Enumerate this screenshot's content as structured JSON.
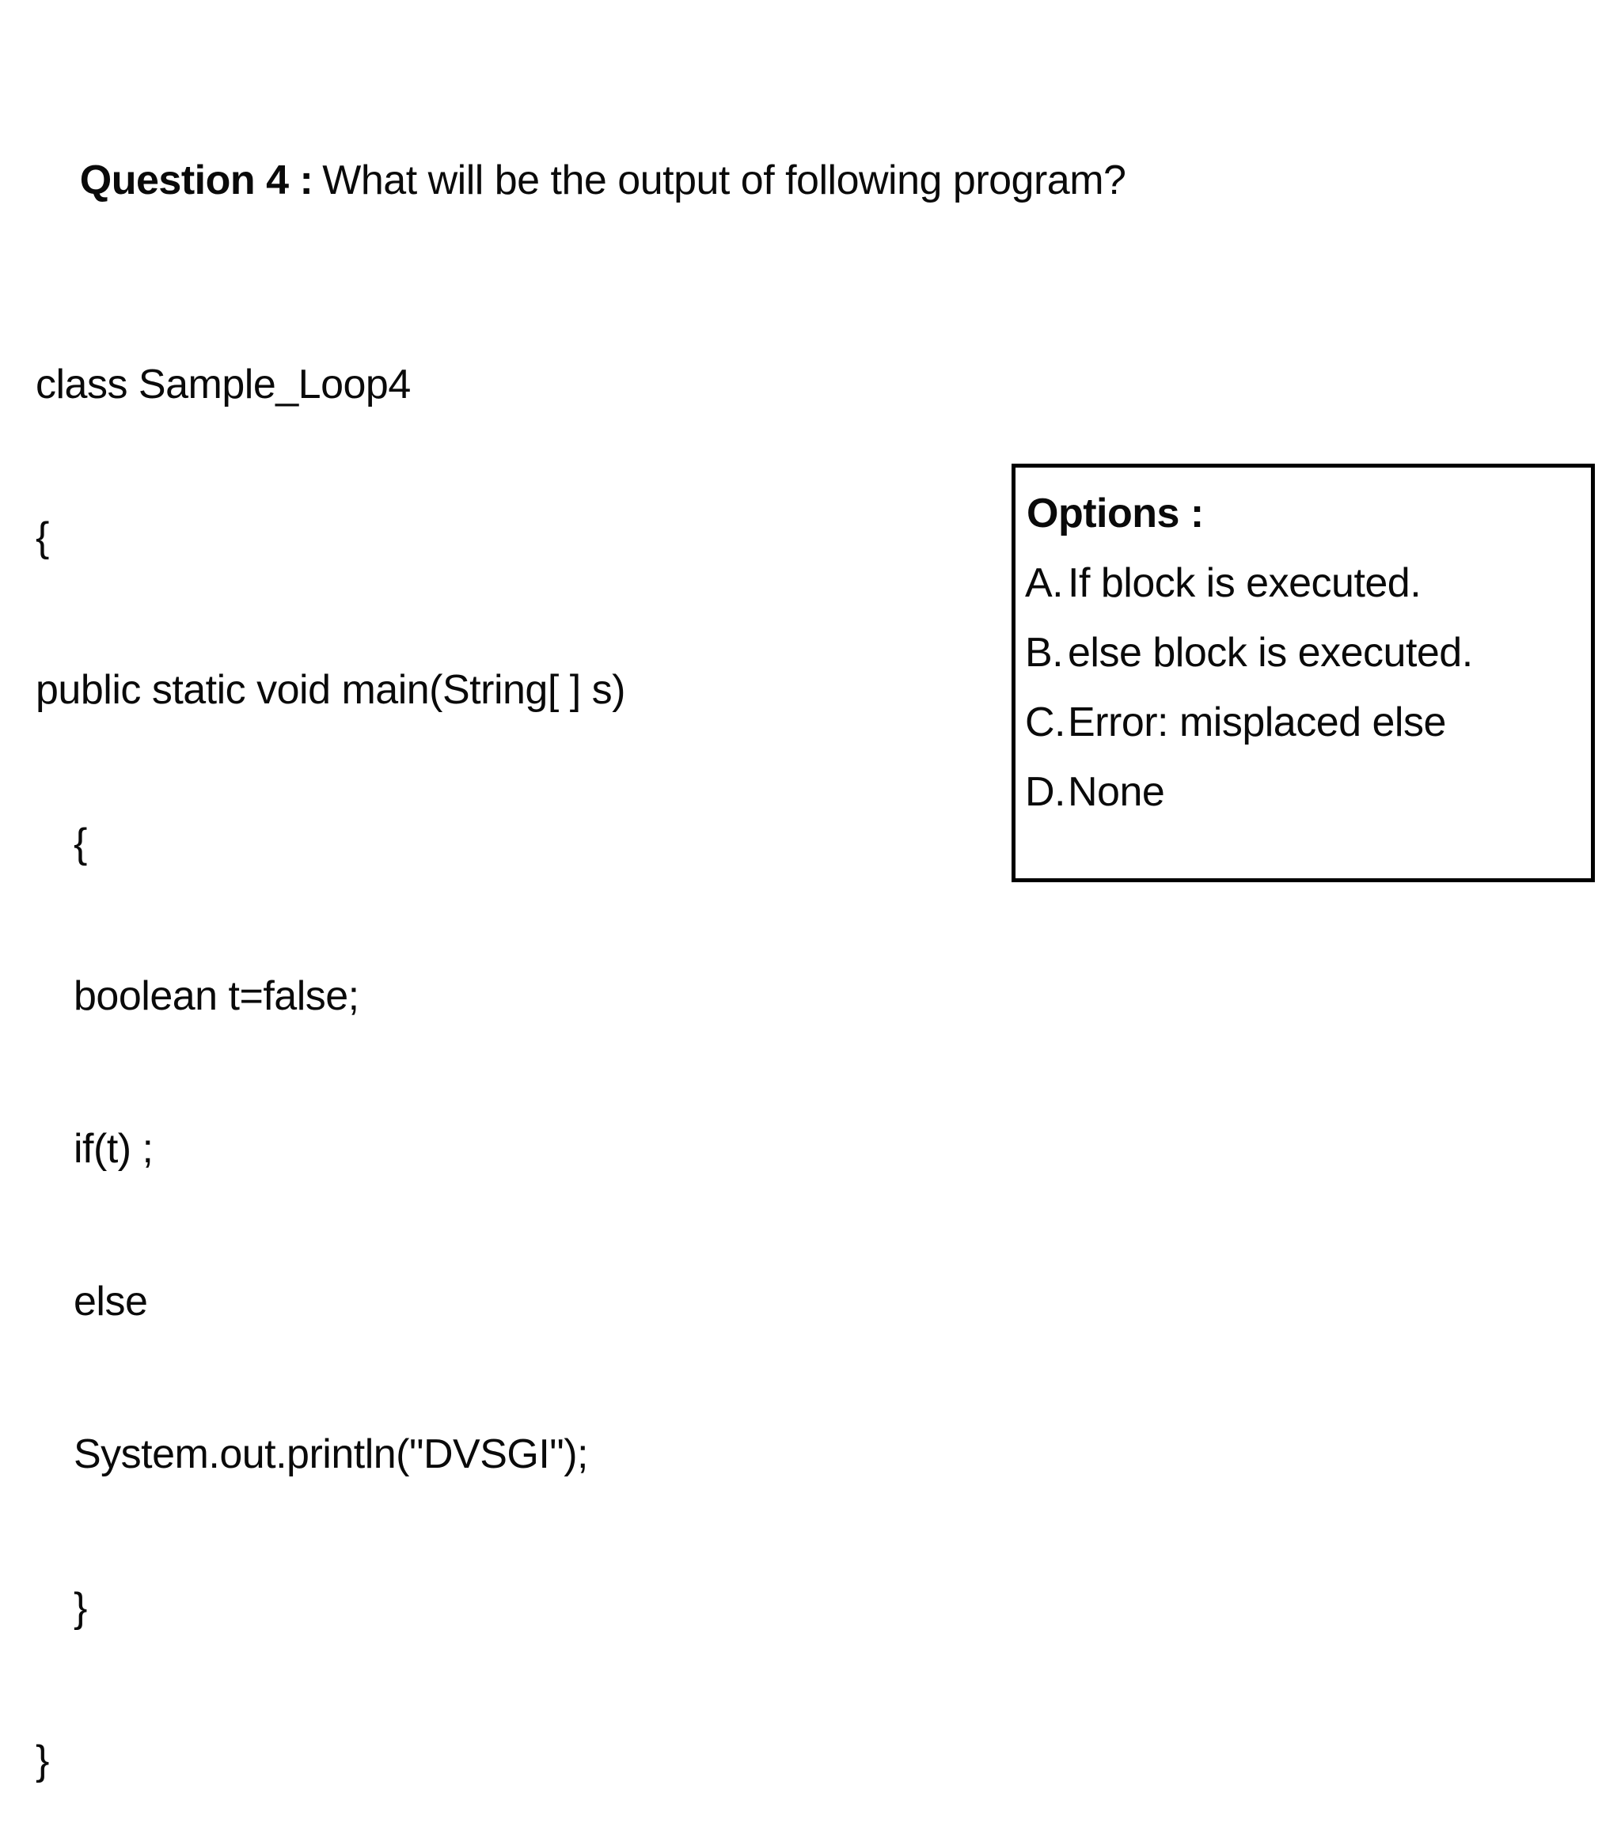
{
  "page": {
    "background_color": "#ffffff",
    "text_color": "#0a0a0a",
    "border_color": "#000000"
  },
  "question": {
    "label": "Question 4 :",
    "prompt": "What will be the output of following program?",
    "code_lines": [
      {
        "text": "class Sample_Loop4"
      },
      {
        "text": "{"
      },
      {
        "text": "public static void main(String[ ] s)"
      },
      {
        "text": "{"
      },
      {
        "text": "boolean t=false;"
      },
      {
        "text": "if(t) ;"
      },
      {
        "text": "else"
      },
      {
        "text": "System.out.println(\"DVSGI\");"
      },
      {
        "text": "}"
      },
      {
        "text": "}"
      }
    ]
  },
  "options_panel": {
    "title": "Options :",
    "options": [
      {
        "label": "A.",
        "text": "If block is executed."
      },
      {
        "label": "B.",
        "text": "else block is executed."
      },
      {
        "label": "C.",
        "text": "Error: misplaced else"
      },
      {
        "label": "D.",
        "text": "None"
      }
    ]
  }
}
